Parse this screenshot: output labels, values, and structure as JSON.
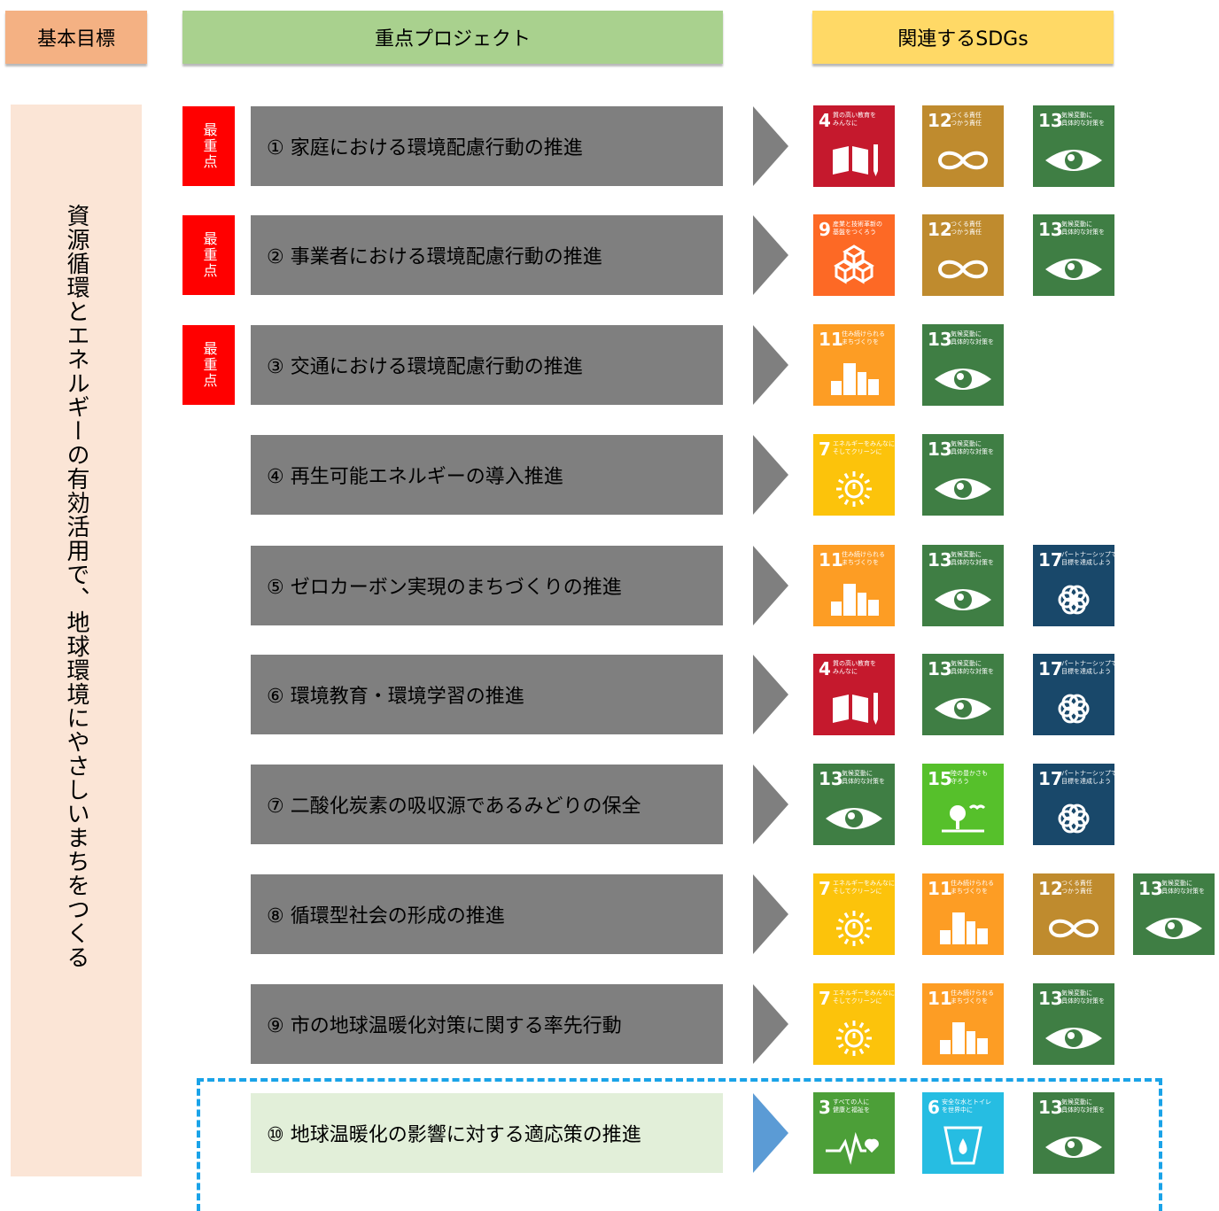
{
  "headers": {
    "goal": "基本目標",
    "projects": "重点プロジェクト",
    "sdgs": "関連するSDGs"
  },
  "goal_text": "資源循環とエネルギーの有効活用で、地球環境にやさしいまちをつくる",
  "badge_text": "最重点",
  "projects": [
    {
      "label": "① 家庭における環境配慮行動の推進",
      "priority": true,
      "sdgs": [
        4,
        12,
        13
      ]
    },
    {
      "label": "② 事業者における環境配慮行動の推進",
      "priority": true,
      "sdgs": [
        9,
        12,
        13
      ]
    },
    {
      "label": "③ 交通における環境配慮行動の推進",
      "priority": true,
      "sdgs": [
        11,
        13
      ]
    },
    {
      "label": "④ 再生可能エネルギーの導入推進",
      "priority": false,
      "sdgs": [
        7,
        13
      ]
    },
    {
      "label": "⑤ ゼロカーボン実現のまちづくりの推進",
      "priority": false,
      "sdgs": [
        11,
        13,
        17
      ]
    },
    {
      "label": "⑥ 環境教育・環境学習の推進",
      "priority": false,
      "sdgs": [
        4,
        13,
        17
      ]
    },
    {
      "label": "⑦ 二酸化炭素の吸収源であるみどりの保全",
      "priority": false,
      "sdgs": [
        13,
        15,
        17
      ]
    },
    {
      "label": "⑧ 循環型社会の形成の推進",
      "priority": false,
      "sdgs": [
        7,
        11,
        12,
        13
      ]
    },
    {
      "label": "⑨ 市の地球温暖化対策に関する率先行動",
      "priority": false,
      "sdgs": [
        7,
        11,
        13
      ]
    },
    {
      "label": "⑩ 地球温暖化の影響に対する適応策の推進",
      "priority": false,
      "sdgs": [
        3,
        6,
        13
      ]
    }
  ],
  "sdg_icons": {
    "3": {
      "color": "#4c9f38",
      "title": "すべての人に 健康と福祉を",
      "icon": "heartbeat-icon"
    },
    "4": {
      "color": "#c5192d",
      "title": "質の高い教育を みんなに",
      "icon": "book-pencil-icon"
    },
    "6": {
      "color": "#26bde2",
      "title": "安全な水とトイレ を世界中に",
      "icon": "water-drop-icon"
    },
    "7": {
      "color": "#fcc30b",
      "title": "エネルギーをみんなに そしてクリーンに",
      "icon": "sun-power-icon"
    },
    "9": {
      "color": "#fd6925",
      "title": "産業と技術革新の 基盤をつくろう",
      "icon": "cubes-icon"
    },
    "11": {
      "color": "#fd9d24",
      "title": "住み続けられる まちづくりを",
      "icon": "city-buildings-icon"
    },
    "12": {
      "color": "#bf8b2e",
      "title": "つくる責任 つかう責任",
      "icon": "infinity-icon"
    },
    "13": {
      "color": "#3f7e44",
      "title": "気候変動に 具体的な対策を",
      "icon": "eye-globe-icon"
    },
    "15": {
      "color": "#56c02b",
      "title": "陸の豊かさも 守ろう",
      "icon": "tree-bird-icon"
    },
    "17": {
      "color": "#19486a",
      "title": "パートナーシップで 目標を達成しよう",
      "icon": "rings-flower-icon"
    }
  },
  "colors": {
    "arrow": "#7f7f7f",
    "arrow_highlight": "#5b9bd5",
    "badge": "#ff0000",
    "dashed_frame": "#1aa3e8"
  }
}
